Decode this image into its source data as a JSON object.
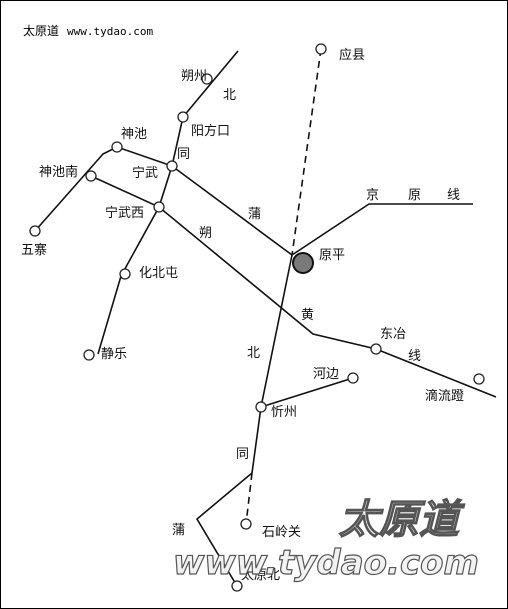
{
  "header": {
    "site_name": "太原道",
    "site_url": "www.tydao.com"
  },
  "stations": {
    "yingxian": "应县",
    "shuozhou": "朔州",
    "yangfangkou": "阳方口",
    "shenchi": "神池",
    "shenchinan": "神池南",
    "ningwu": "宁武",
    "ningwuxi": "宁武西",
    "wuzhai": "五寨",
    "huabeitun": "化北屯",
    "jingle": "静乐",
    "yuanping": "原平",
    "dongye": "东冶",
    "hebian": "河边",
    "dilianguo": "滴流蹬",
    "xinzhou": "忻州",
    "shilingguan": "石岭关",
    "taiyuanbei": "太原北"
  },
  "line_labels": {
    "beitongpu": [
      "北",
      "同",
      "北",
      "同",
      "蒲"
    ],
    "shuohuang": [
      "朔",
      "黄"
    ],
    "jingyuan": [
      "京",
      "原",
      "线"
    ],
    "bei_upper": "北",
    "xian_lower": "线",
    "pu_upper": "蒲"
  },
  "watermark": {
    "title": "太原道",
    "url": "www.tydao.com"
  },
  "colors": {
    "line": "#111111",
    "hub_fill": "#7a7a7a",
    "watermark_stroke": "#555555"
  }
}
